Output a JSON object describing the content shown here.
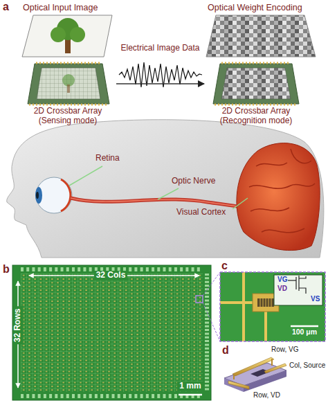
{
  "diagram": {
    "nodes": [
      {
        "text": [
          "2D Crossbar Array (Sensing mode)"
        ]
      },
      {
        "text": [
          "2D Crossbar Array (Recognition mode)"
        ]
      },
      {
        "text": [
          "32 Cols",
          "32 Rows",
          "1 mm"
        ]
      },
      {
        "text": [
          "VG",
          "VD",
          "VS",
          "100 μm"
        ]
      },
      {
        "text": [
          "Row, VG",
          "Col, Source",
          "Row, VD"
        ]
      }
    ],
    "edges": [
      {
        "from": 0,
        "to": 1,
        "label": "Electrical Image Data",
        "arrow": "to"
      }
    ],
    "labels": [
      "a",
      "Optical Input Image",
      "Optical Weight Encoding",
      "Retina",
      "Optic Nerve",
      "Visual Cortex",
      "b",
      "c",
      "d"
    ]
  }
}
